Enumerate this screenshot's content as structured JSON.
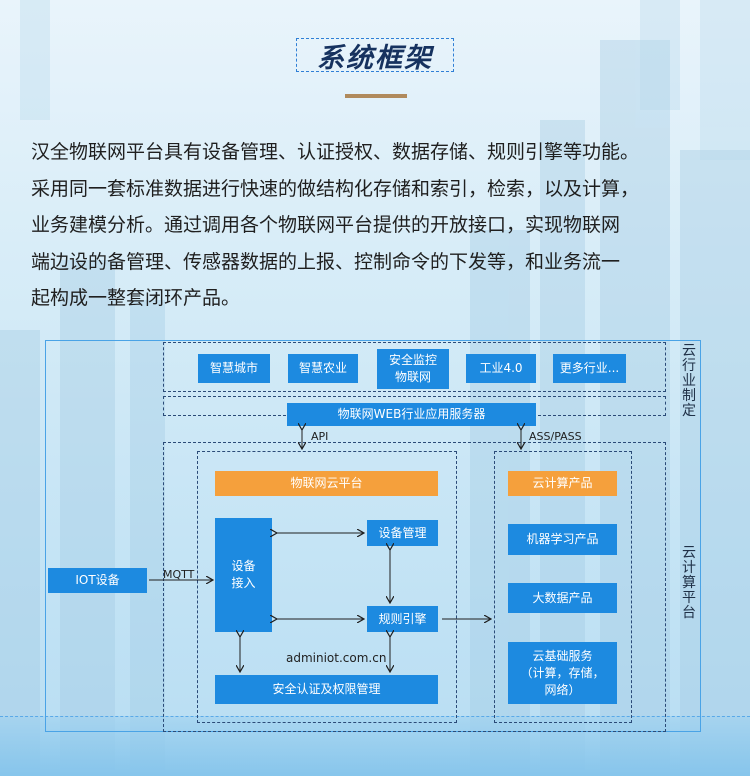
{
  "title": "系统框架",
  "paragraph": [
    "汉全物联网平台具有设备管理、认证授权、数据存储、规则引擎等功能。",
    "采用同一套标准数据进行快速的做结构化存储和索引，检索，以及计算，",
    "业务建模分析。通过调用各个物联网平台提供的开放接口，实现物联网",
    "端边设的备管理、传感器数据的上报、控制命令的下发等，和业务流一",
    "起构成一整套闭环产品。"
  ],
  "diagram": {
    "industries": [
      "智慧城市",
      "智慧农业",
      "安全监控\n物联网",
      "工业4.0",
      "更多行业..."
    ],
    "side_label_top": "云行业制定",
    "side_label_bottom": "云计算平台",
    "web_server": "物联网WEB行业应用服务器",
    "api_label": "API",
    "pass_label": "ASS/PASS",
    "iot_cloud": "物联网云平台",
    "device_access": "设备\n接入",
    "device_mgmt": "设备管理",
    "rule_engine": "规则引擎",
    "security": "安全认证及权限管理",
    "domain": "adminiot.com.cn",
    "iot_device": "IOT设备",
    "mqtt_label": "MQTT",
    "cloud_products": [
      "云计算产品",
      "机器学习产品",
      "大数据产品",
      "云基础服务\n（计算，存储，\n网络）"
    ]
  },
  "colors": {
    "box_blue": "#1d8ae0",
    "box_orange": "#f5a03c",
    "title": "#16325f"
  }
}
